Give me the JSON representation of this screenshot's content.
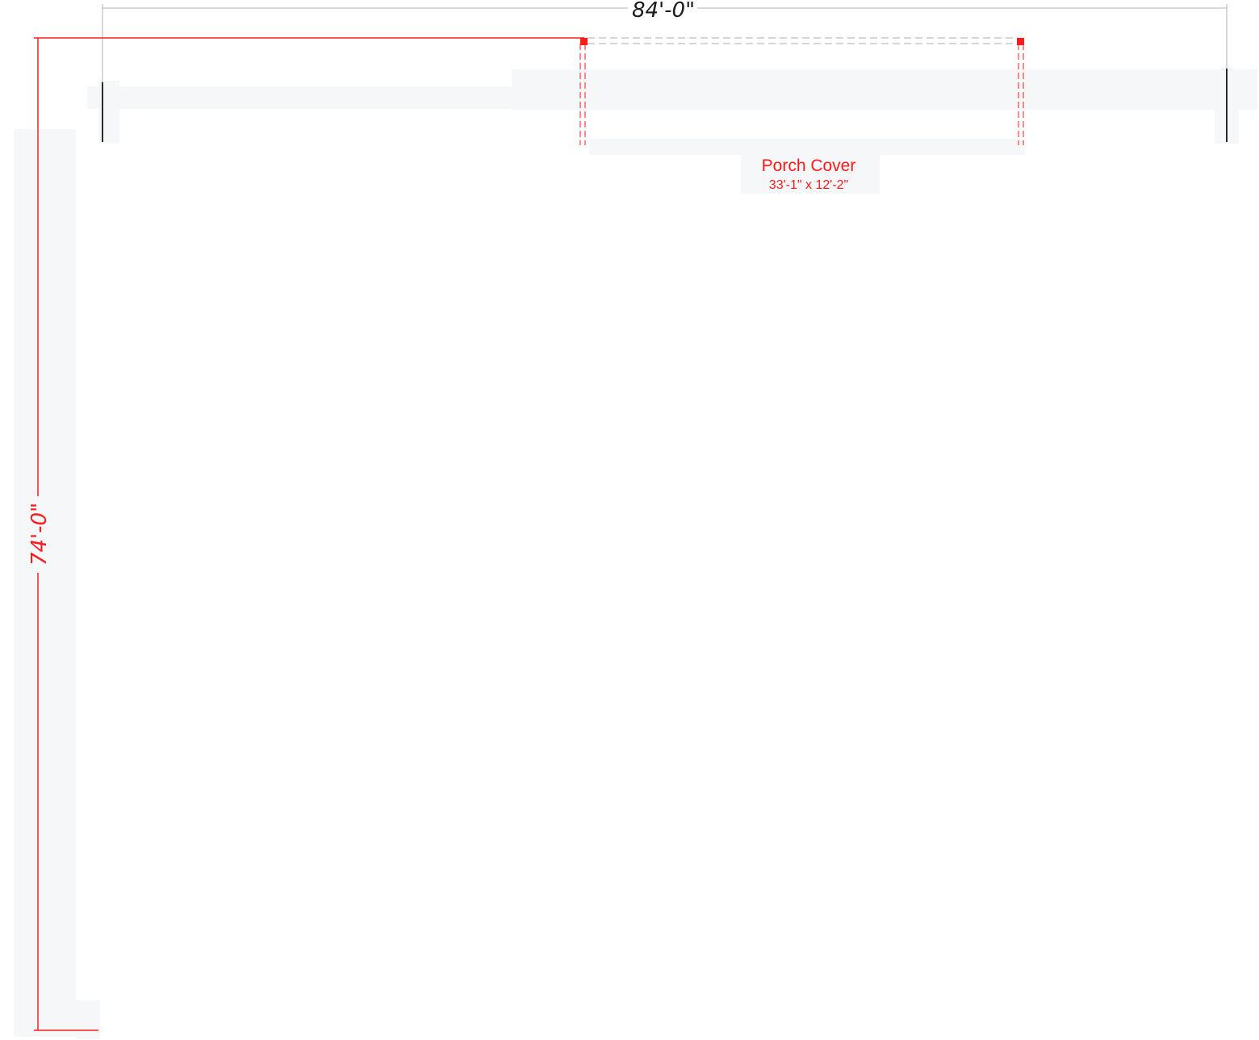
{
  "plan": {
    "overall_width_label": "84'-0\"",
    "overall_depth_label": "74'-0\"",
    "rooms": [
      {
        "name": "Porch Cover",
        "size": "33'-1\" x 12'-2\""
      }
    ]
  },
  "colors": {
    "dimension_accent": "#ff1a1a",
    "dimension_line": "#b0b0b0",
    "label_text": "#ff1a1a",
    "wall_shadow": "#f6f7f9",
    "dark_tick": "#2a2a2a",
    "width_label_text": "#1a1a1a"
  }
}
